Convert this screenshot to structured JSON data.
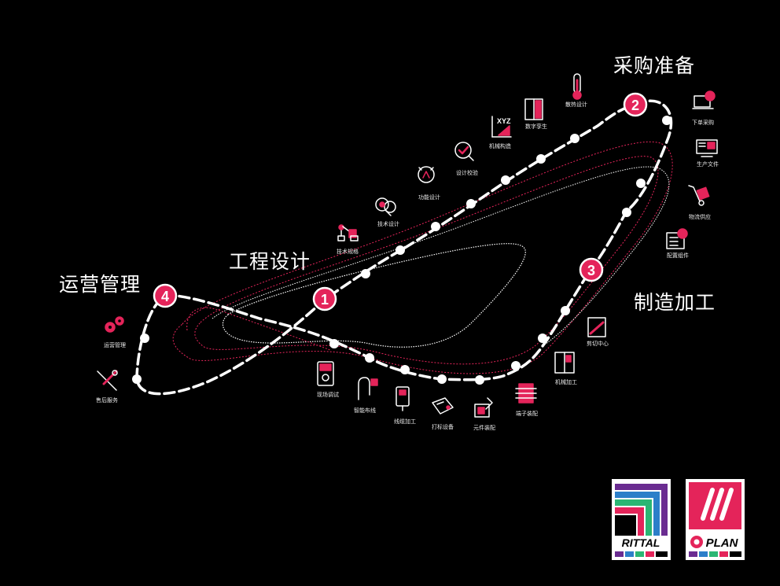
{
  "phases": [
    {
      "number": "1",
      "title": "工程设计"
    },
    {
      "number": "2",
      "title": "采购准备"
    },
    {
      "number": "3",
      "title": "制造加工"
    },
    {
      "number": "4",
      "title": "运营管理"
    }
  ],
  "steps": [
    {
      "label": "技术规格",
      "icon": "robot-arm-icon"
    },
    {
      "label": "技术设计",
      "icon": "chat-bubbles-icon"
    },
    {
      "label": "功能设计",
      "icon": "circuit-icon"
    },
    {
      "label": "设计校验",
      "icon": "check-magnifier-icon"
    },
    {
      "label": "机械构造",
      "icon": "xyz-axis-icon"
    },
    {
      "label": "数字孪生",
      "icon": "cabinet-twin-icon"
    },
    {
      "label": "散热设计",
      "icon": "thermometer-icon"
    },
    {
      "label": "下单采购",
      "icon": "cart-laptop-icon"
    },
    {
      "label": "生产文件",
      "icon": "monitor-document-icon"
    },
    {
      "label": "物流供应",
      "icon": "hand-truck-icon"
    },
    {
      "label": "配置组件",
      "icon": "checklist-icon"
    },
    {
      "label": "剪切中心",
      "icon": "cutting-frame-icon"
    },
    {
      "label": "机械加工",
      "icon": "enclosure-icon"
    },
    {
      "label": "端子装配",
      "icon": "terminal-block-icon"
    },
    {
      "label": "元件装配",
      "icon": "wrench-panel-icon"
    },
    {
      "label": "打标设备",
      "icon": "label-tag-icon"
    },
    {
      "label": "线缆加工",
      "icon": "cable-processing-icon"
    },
    {
      "label": "智能布线",
      "icon": "wiring-icon"
    },
    {
      "label": "现场调试",
      "icon": "multimeter-icon"
    },
    {
      "label": "售后服务",
      "icon": "tools-cross-icon"
    },
    {
      "label": "运营管理",
      "icon": "gears-icon"
    }
  ],
  "logos": [
    {
      "name": "rittal-logo",
      "text": "RITTAL"
    },
    {
      "name": "eplan-logo",
      "text": "PLAN"
    }
  ],
  "colors": {
    "accent": "#e4245a",
    "loop": "#ffffff",
    "background": "#000000"
  }
}
